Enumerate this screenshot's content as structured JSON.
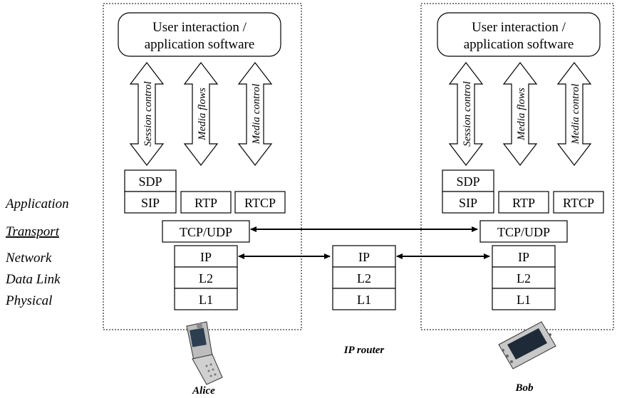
{
  "layers": {
    "application": "Application",
    "transport": "Transport",
    "network": "Network",
    "datalink": "Data Link",
    "physical": "Physical"
  },
  "alice": {
    "app_line1": "User interaction /",
    "app_line2": "application software",
    "arrow_session": "Session control",
    "arrow_media": "Media flows",
    "arrow_control": "Media control",
    "sdp": "SDP",
    "sip": "SIP",
    "rtp": "RTP",
    "rtcp": "RTCP",
    "tcpudp": "TCP/UDP",
    "ip": "IP",
    "l2": "L2",
    "l1": "L1",
    "name": "Alice"
  },
  "bob": {
    "app_line1": "User interaction /",
    "app_line2": "application software",
    "arrow_session": "Session control",
    "arrow_media": "Media flows",
    "arrow_control": "Media control",
    "sdp": "SDP",
    "sip": "SIP",
    "rtp": "RTP",
    "rtcp": "RTCP",
    "tcpudp": "TCP/UDP",
    "ip": "IP",
    "l2": "L2",
    "l1": "L1",
    "name": "Bob"
  },
  "router": {
    "ip": "IP",
    "l2": "L2",
    "l1": "L1",
    "name": "IP router"
  }
}
